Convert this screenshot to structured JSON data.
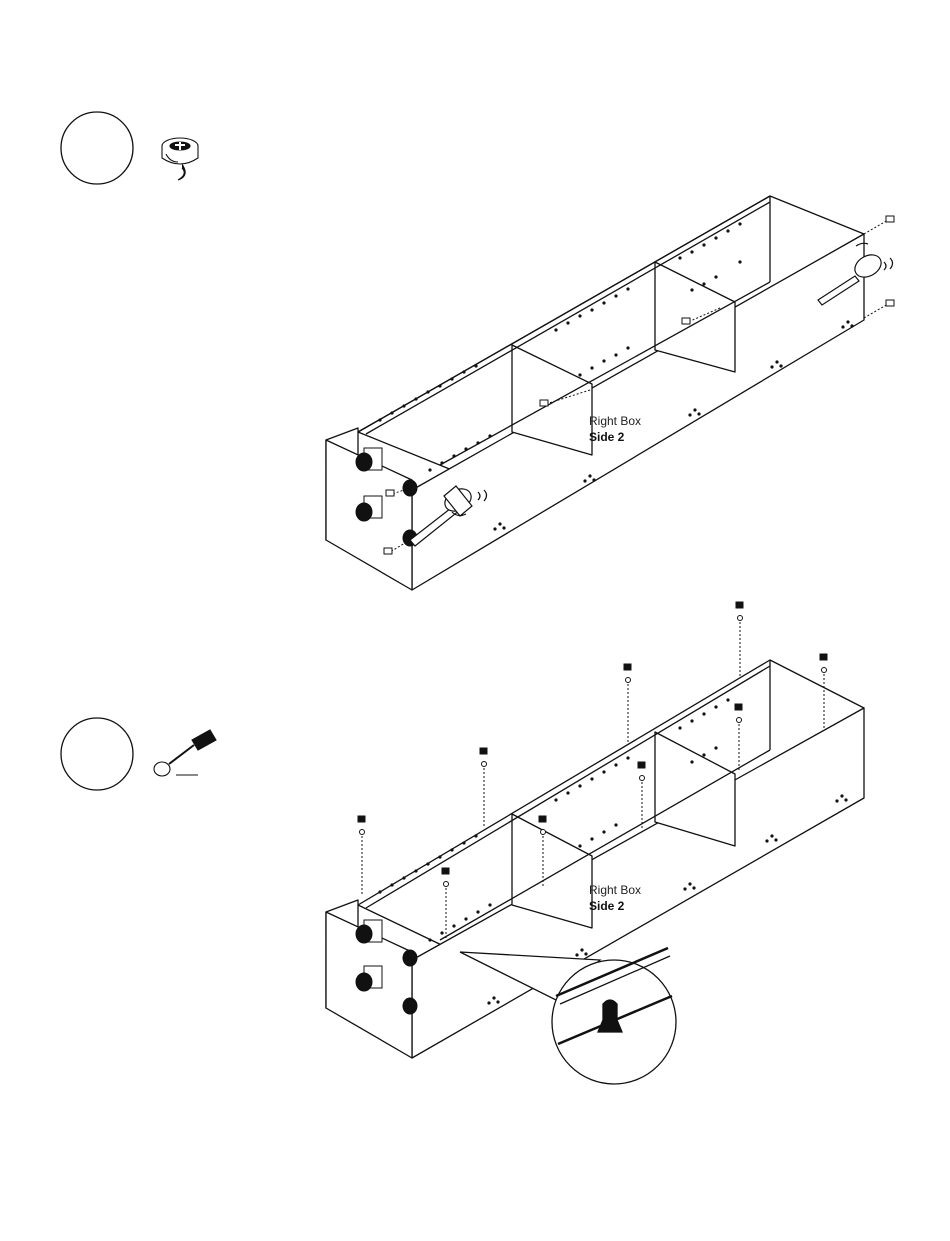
{
  "steps": [
    {
      "tool": "cam-lock-icon",
      "label_line1": "Right Box",
      "label_line2": "Side 2"
    },
    {
      "tool": "screwdriver-icon",
      "label_line1": "Right Box",
      "label_line2": "Side 2"
    }
  ],
  "colors": {
    "ink": "#111111",
    "paper": "#ffffff"
  }
}
